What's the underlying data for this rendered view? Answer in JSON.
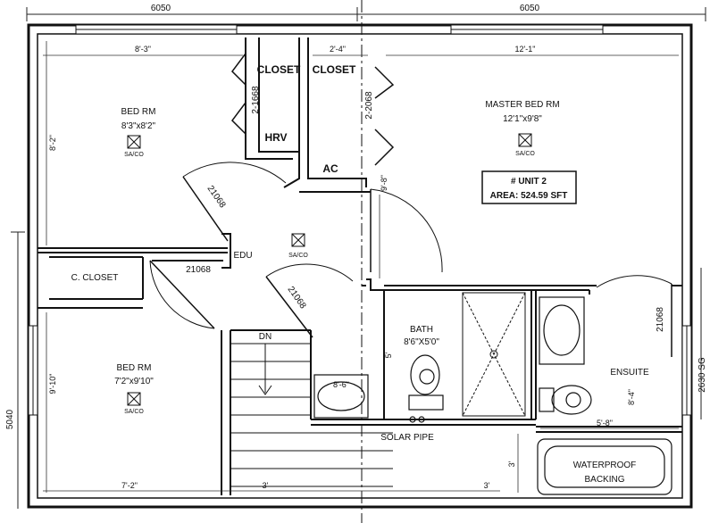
{
  "overall": {
    "top_left": "6050",
    "top_right": "6050",
    "left_side": "5040",
    "right_side": "2630 SG"
  },
  "rooms": {
    "bed1": {
      "name": "BED RM",
      "size": "8'3\"x8'2\"",
      "detector": "SA/CO"
    },
    "bed2": {
      "name": "BED RM",
      "size": "7'2\"x9'10\"",
      "detector": "SA/CO"
    },
    "master": {
      "name": "MASTER BED RM",
      "size": "12'1\"x9'8\"",
      "detector": "SA/CO"
    },
    "hall": {
      "detector": "SA/CO",
      "edu": "EDU"
    },
    "bath": {
      "name": "BATH",
      "size": "8'6\"X5'0\""
    },
    "ensuite": {
      "name": "ENSUITE"
    },
    "closet1": {
      "name": "CLOSET"
    },
    "closet2": {
      "name": "CLOSET"
    },
    "hrv": {
      "name": "HRV"
    },
    "ac": {
      "name": "AC"
    },
    "c_closet": {
      "name": "C. CLOSET"
    },
    "stairs": {
      "name": "DN"
    },
    "solar_pipe": {
      "name": "SOLAR PIPE"
    },
    "tub": {
      "line1": "WATERPROOF",
      "line2": "BACKING"
    }
  },
  "unit_box": {
    "line1": "# UNIT 2",
    "line2": "AREA: 524.59 SFT"
  },
  "doors": {
    "d1": "21068",
    "d2": "21068",
    "d3": "21068",
    "d4": "21068",
    "closet1": "2-1668",
    "closet2": "2-2068"
  },
  "dims": {
    "top_left": "8'-3\"",
    "top_mid": "2'-4\"",
    "top_right": "12'-1\"",
    "left_upper": "8'-2\"",
    "left_lower": "9'-10\"",
    "master_side": "9'-8\"",
    "bottom_left": "7'-2\"",
    "bottom_mid": "3'",
    "bottom_right": "3'",
    "vanity": "8'-6\"",
    "bath_side": "5'",
    "ensuite_side": "8'-4\"",
    "ensuite_bottom": "5'-8\"",
    "tub_side": "3'"
  }
}
